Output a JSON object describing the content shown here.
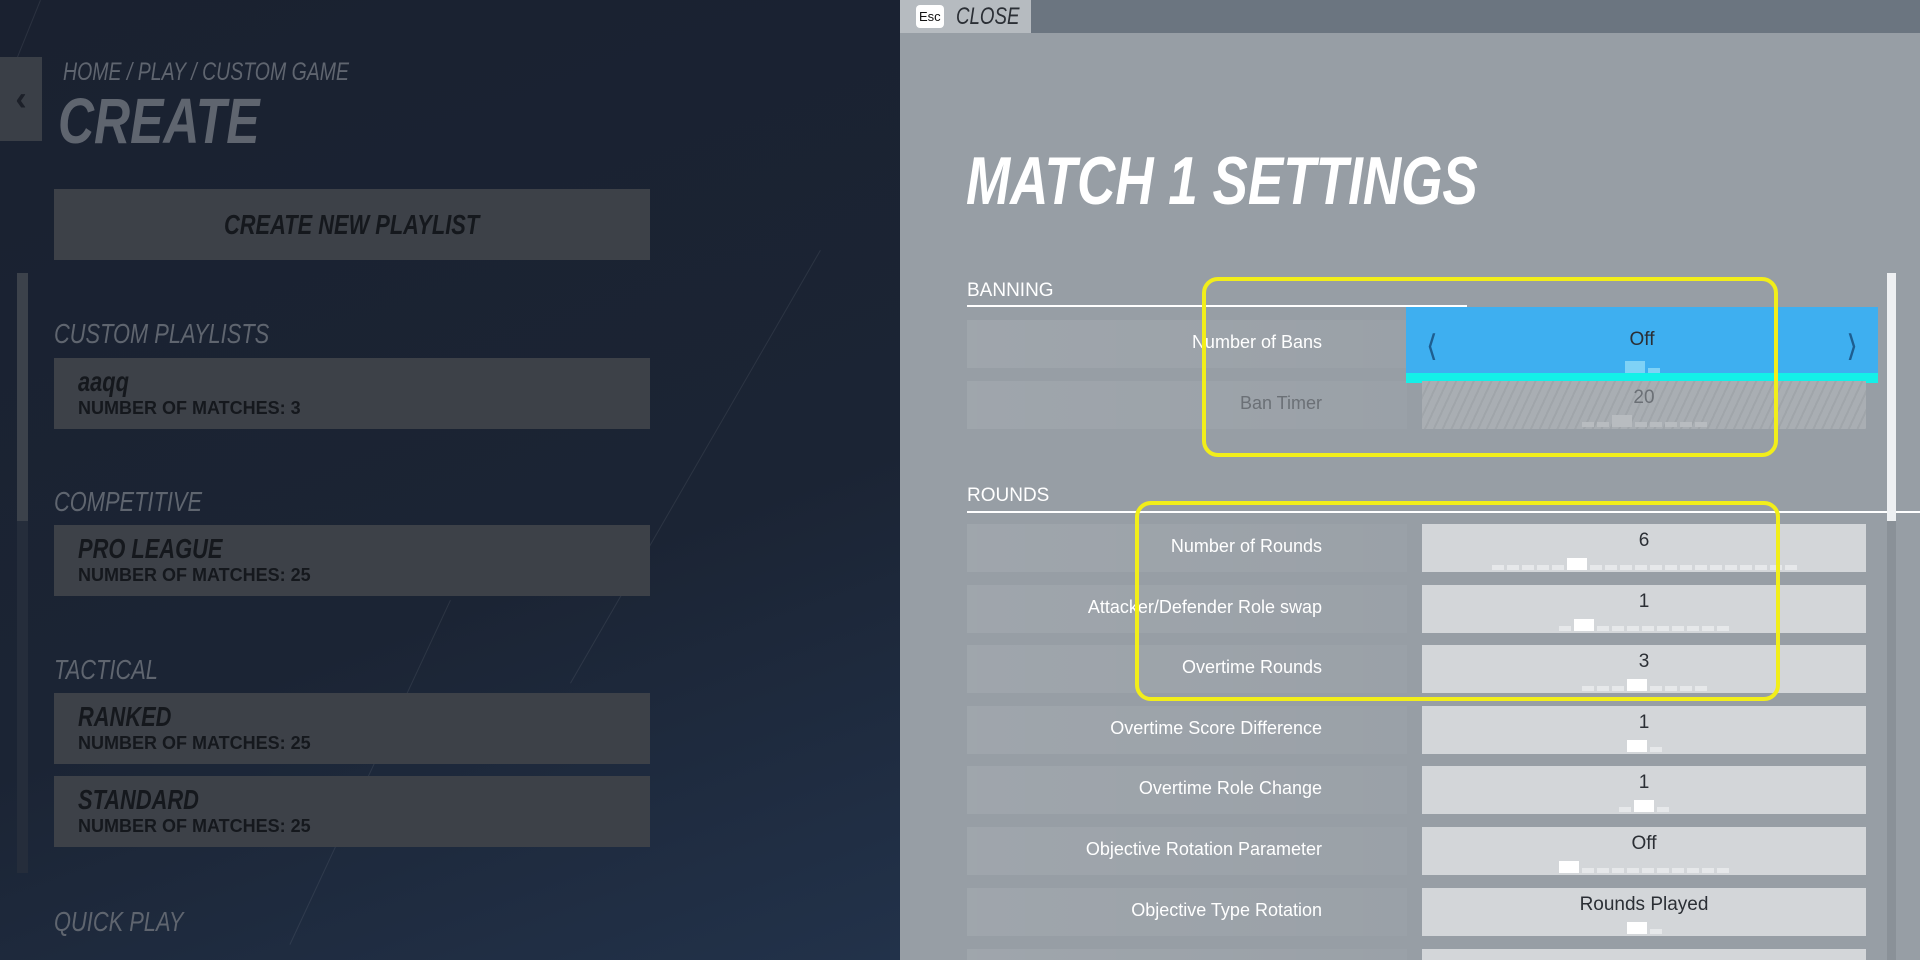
{
  "left": {
    "back_icon": "chevron-left-icon",
    "breadcrumb": "HOME / PLAY / CUSTOM GAME",
    "title": "CREATE",
    "create_button": "CREATE NEW PLAYLIST",
    "sections": [
      {
        "title": "CUSTOM PLAYLISTS",
        "cards": [
          {
            "name": "aaqq",
            "matches": "NUMBER OF MATCHES: 3"
          }
        ]
      },
      {
        "title": "COMPETITIVE",
        "cards": [
          {
            "name": "PRO LEAGUE",
            "matches": "NUMBER OF MATCHES: 25"
          }
        ]
      },
      {
        "title": "TACTICAL",
        "cards": [
          {
            "name": "RANKED",
            "matches": "NUMBER OF MATCHES: 25"
          },
          {
            "name": "STANDARD",
            "matches": "NUMBER OF MATCHES: 25"
          }
        ]
      },
      {
        "title": "QUICK PLAY",
        "cards": []
      }
    ]
  },
  "panel": {
    "esc_key": "Esc",
    "close_label": "CLOSE",
    "title": "MATCH 1 SETTINGS",
    "banning": {
      "header": "BANNING",
      "rows": [
        {
          "label": "Number of Bans",
          "value": "Off",
          "segments": 2,
          "selected": 0,
          "state": "focused"
        },
        {
          "label": "Ban Timer",
          "value": "20",
          "segments": 8,
          "selected": 2,
          "state": "disabled"
        }
      ]
    },
    "rounds": {
      "header": "ROUNDS",
      "rows": [
        {
          "label": "Number of Rounds",
          "value": "6",
          "segments": 20,
          "selected": 5
        },
        {
          "label": "Attacker/Defender Role swap",
          "value": "1",
          "segments": 11,
          "selected": 1
        },
        {
          "label": "Overtime Rounds",
          "value": "3",
          "segments": 8,
          "selected": 3
        },
        {
          "label": "Overtime Score Difference",
          "value": "1",
          "segments": 2,
          "selected": 0
        },
        {
          "label": "Overtime Role Change",
          "value": "1",
          "segments": 3,
          "selected": 1
        },
        {
          "label": "Objective Rotation Parameter",
          "value": "Off",
          "segments": 11,
          "selected": 0
        },
        {
          "label": "Objective Type Rotation",
          "value": "Rounds Played",
          "segments": 2,
          "selected": 0
        }
      ]
    },
    "highlight_color": "#f2ee1a",
    "focus_color": "#3eaff0"
  }
}
